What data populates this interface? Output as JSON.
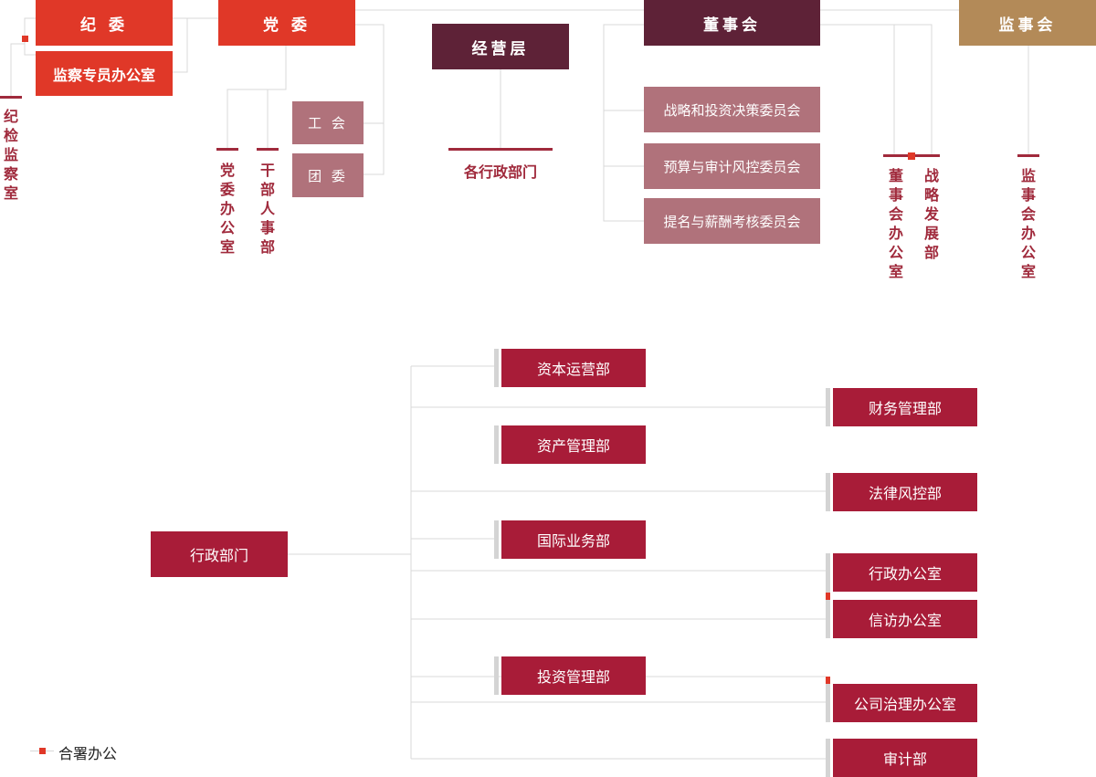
{
  "top": {
    "jiwei": "纪 委",
    "jiancha_office": "监察专员办公室",
    "jijian_room": "纪检监察室",
    "dangwei": "党 委",
    "gonghui": "工 会",
    "tuanwei": "团 委",
    "dangwei_office": "党委办公室",
    "cadre_dept": "干部人事部",
    "management": "经营层",
    "admin_depts": "各行政部门",
    "board": "董事会",
    "committee_strategy": "战略和投资决策委员会",
    "committee_budget": "预算与审计风控委员会",
    "committee_nomination": "提名与薪酬考核委员会",
    "board_office": "董事会办公室",
    "strategy_dept": "战略发展部",
    "supervisory": "监事会",
    "supervisory_office": "监事会办公室"
  },
  "bottom": {
    "root": "行政部门",
    "capital_ops": "资本运营部",
    "asset_mgmt": "资产管理部",
    "international": "国际业务部",
    "investment_mgmt": "投资管理部",
    "finance": "财务管理部",
    "legal_risk": "法律风控部",
    "admin_office": "行政办公室",
    "petition_office": "信访办公室",
    "governance_office": "公司治理办公室",
    "audit": "审计部"
  },
  "legend": {
    "label": "合署办公"
  },
  "colors": {
    "red": "#e03828",
    "maroon": "#5e2237",
    "gold": "#b38a58",
    "pink": "#b0727b",
    "crimson": "#a81c38",
    "line": "#d8d8d8"
  }
}
